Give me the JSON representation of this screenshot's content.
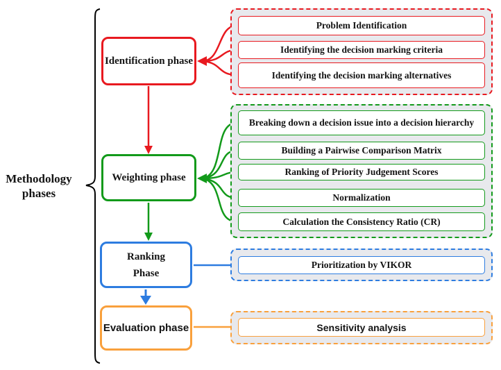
{
  "diagram": {
    "side_label": [
      "Methodology",
      "phases"
    ],
    "colors": {
      "identification": "#e8191f",
      "weighting": "#129a1a",
      "ranking": "#2d7ce0",
      "evaluation": "#f9a03c",
      "panel_background": "#e8e9ed",
      "brace": "#000000"
    },
    "phases": [
      {
        "label": "Identification phase",
        "steps": [
          "Problem  Identification",
          "Identifying the decision marking criteria",
          "Identifying the decision marking alternatives"
        ]
      },
      {
        "label": "Weighting phase",
        "steps": [
          "Breaking down a decision issue into a decision hierarchy",
          "Building a Pairwise Comparison Matrix",
          "Ranking of Priority Judgement Scores",
          "Normalization",
          "Calculation the Consistency Ratio (CR)"
        ]
      },
      {
        "label_lines": [
          "Ranking",
          "Phase"
        ],
        "steps": [
          "Prioritization by VIKOR"
        ]
      },
      {
        "label": "Evaluation phase",
        "steps": [
          "Sensitivity analysis"
        ]
      }
    ]
  }
}
